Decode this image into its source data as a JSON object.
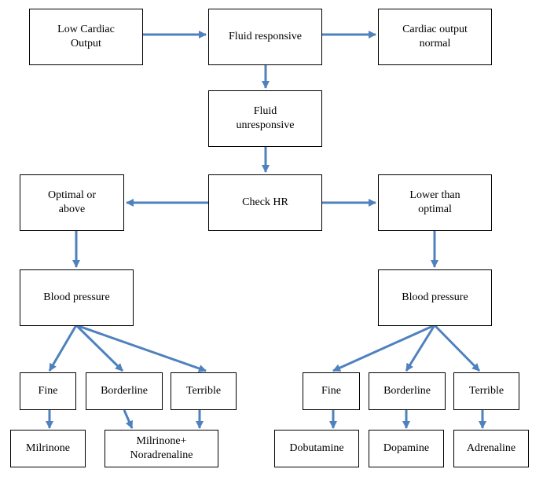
{
  "colors": {
    "arrow": "#4f81bd",
    "box_border": "#000000",
    "text": "#000000"
  },
  "nodes": {
    "low_cardiac_output": "Low Cardiac\nOutput",
    "fluid_responsive": "Fluid responsive",
    "cardiac_output_normal": "Cardiac output\nnormal",
    "fluid_unresponsive": "Fluid\nunresponsive",
    "check_hr": "Check HR",
    "optimal_or_above": "Optimal or\nabove",
    "lower_than_optimal": "Lower than\noptimal",
    "bp_left": "Blood pressure",
    "bp_right": "Blood pressure",
    "fine_left": "Fine",
    "borderline_left": "Borderline",
    "terrible_left": "Terrible",
    "fine_right": "Fine",
    "borderline_right": "Borderline",
    "terrible_right": "Terrible",
    "milrinone": "Milrinone",
    "milrinone_noradrenaline": "Milrinone+\nNoradrenaline",
    "dobutamine": "Dobutamine",
    "dopamine": "Dopamine",
    "adrenaline": "Adrenaline"
  }
}
